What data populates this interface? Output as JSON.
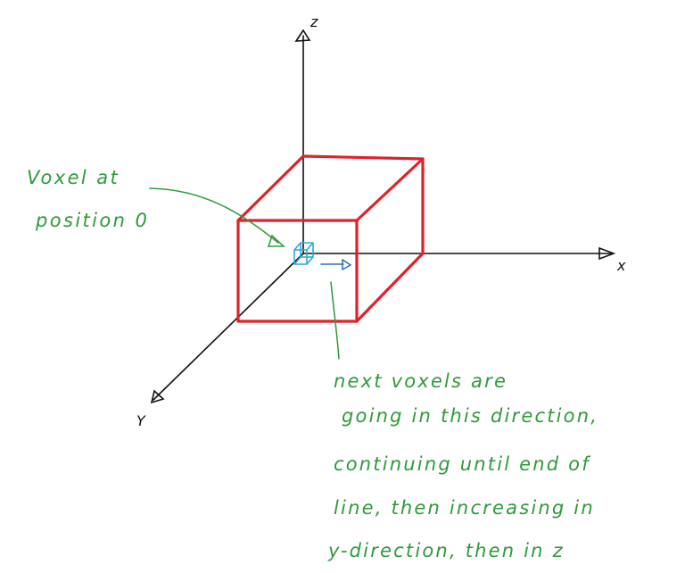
{
  "axes": {
    "z_label": "z",
    "x_label": "x",
    "y_label": "Y"
  },
  "voxel_label": {
    "line1": "Voxel at",
    "line2": "position 0"
  },
  "note": {
    "lines": [
      "next voxels are",
      "going in this direction,",
      "continuing until end of",
      "line, then increasing in",
      "y-direction, then in z"
    ]
  },
  "colors": {
    "axis": "#111111",
    "box": "#e0202a",
    "voxel": "#29a8e0",
    "annotation": "#2e9a3a",
    "direction_arrow": "#2f6fb5"
  }
}
